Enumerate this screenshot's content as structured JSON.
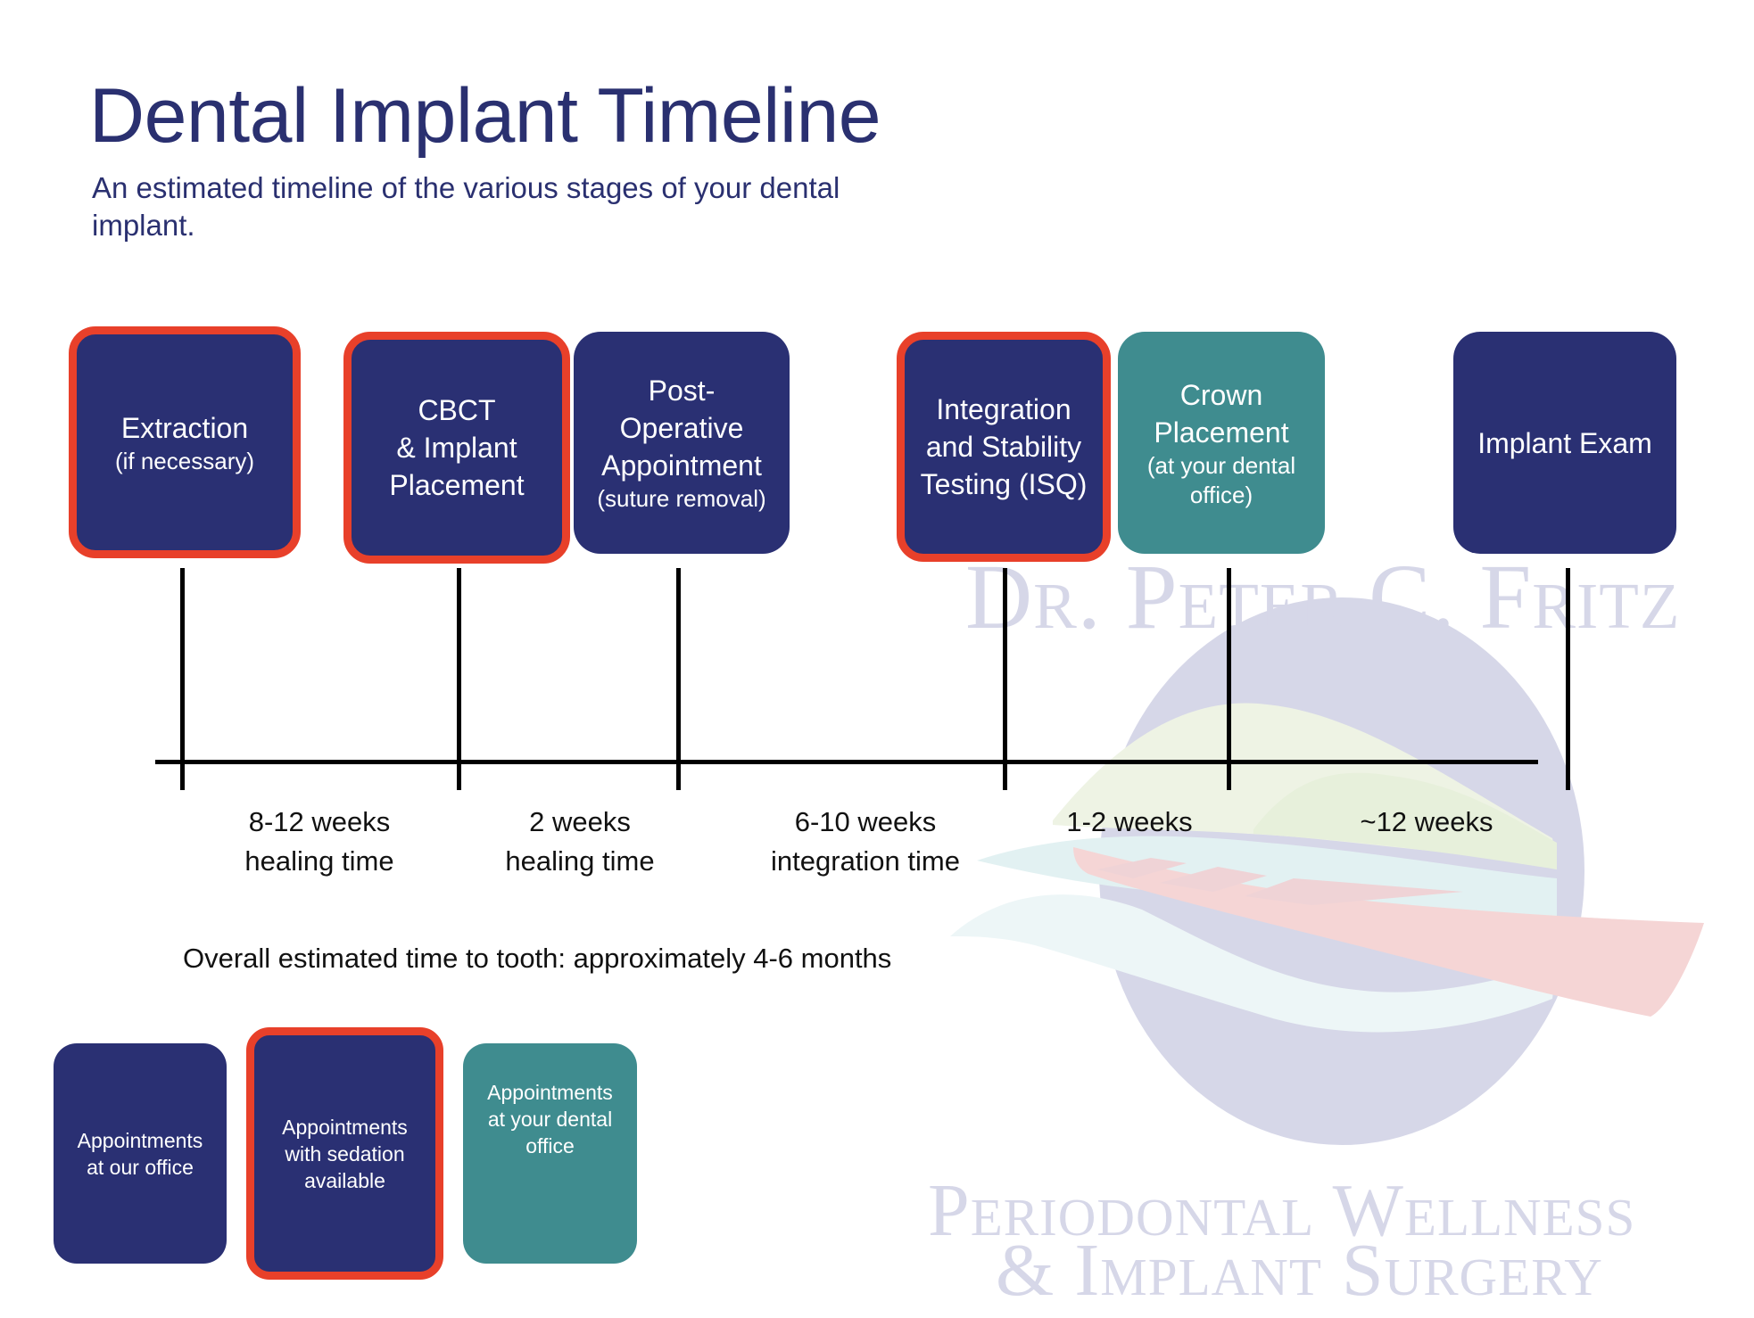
{
  "header": {
    "title": "Dental Implant Timeline",
    "subtitle": "An estimated timeline of the various stages of your dental implant."
  },
  "colors": {
    "navy": "#2a3073",
    "teal": "#3f8c8f",
    "sedation_border": "#e8402a",
    "title_text": "#2a3070",
    "watermark": "#d6d7e8"
  },
  "stages": [
    {
      "title": "Extraction",
      "note": "(if necessary)",
      "type": "sedation"
    },
    {
      "title": "CBCT & Implant Placement",
      "note": "",
      "type": "sedation"
    },
    {
      "title": "Post-Operative Appointment",
      "note": "(suture removal)",
      "type": "our_office"
    },
    {
      "title": "Integration and Stability Testing (ISQ)",
      "note": "",
      "type": "sedation"
    },
    {
      "title": "Crown Placement",
      "note": "(at your dental office)",
      "type": "your_dental_office"
    },
    {
      "title": "Implant Exam",
      "note": "",
      "type": "our_office"
    }
  ],
  "stage_lines": {
    "extraction": [
      "Extraction"
    ],
    "cbct": [
      "CBCT",
      "& Implant",
      "Placement"
    ],
    "postop": [
      "Post-",
      "Operative",
      "Appointment"
    ],
    "integration": [
      "Integration",
      "and Stability",
      "Testing (ISQ)"
    ],
    "crown": [
      "Crown",
      "Placement"
    ],
    "crown_note": [
      "(at your dental",
      "office)"
    ],
    "exam": [
      "Implant Exam"
    ]
  },
  "intervals": [
    {
      "line1": "8-12 weeks",
      "line2": "healing time"
    },
    {
      "line1": "2 weeks",
      "line2": "healing time"
    },
    {
      "line1": "6-10 weeks",
      "line2": "integration time"
    },
    {
      "line1": "1-2 weeks",
      "line2": ""
    },
    {
      "line1": "~12 weeks",
      "line2": ""
    }
  ],
  "overall": "Overall estimated time to tooth: approximately 4-6 months",
  "legend": [
    {
      "lines": [
        "Appointments",
        "at our office"
      ],
      "type": "our_office"
    },
    {
      "lines": [
        "Appointments",
        "with sedation",
        "available"
      ],
      "type": "sedation"
    },
    {
      "lines": [
        "Appointments",
        "at your dental",
        "office"
      ],
      "type": "your_dental_office"
    }
  ],
  "watermark": {
    "name": "Dr. Peter C. Fritz",
    "practice_line1": "Periodontal Wellness",
    "practice_line2": "& Implant Surgery"
  }
}
